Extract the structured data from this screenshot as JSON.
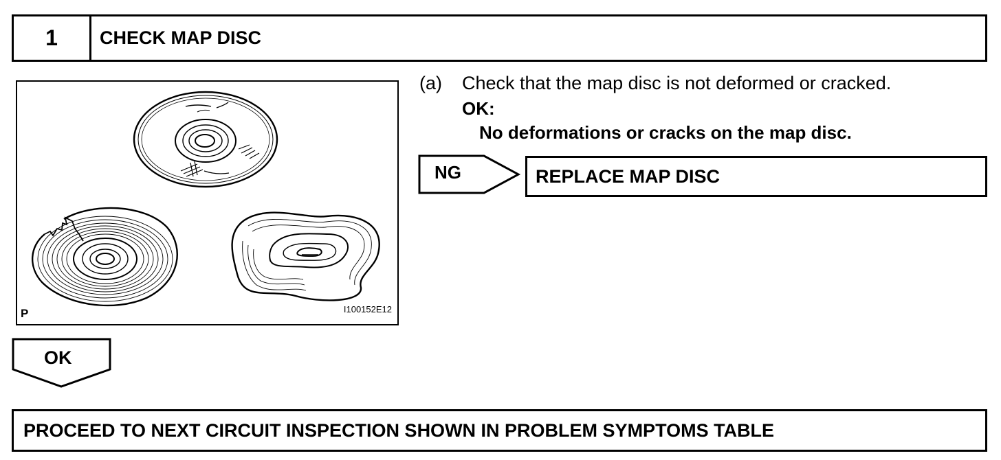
{
  "step": {
    "number": "1",
    "title": "CHECK MAP DISC"
  },
  "illustration": {
    "corner_label": "P",
    "code": "I100152E12",
    "icons": [
      "normal-disc-icon",
      "cracked-disc-icon",
      "deformed-disc-icon"
    ]
  },
  "instruction": {
    "letter": "(a)",
    "text": "Check that the map disc is not deformed or cracked.",
    "ok_label": "OK:",
    "criteria": "No deformations or cracks on the map disc."
  },
  "ng_branch": {
    "label": "NG",
    "action": "REPLACE MAP DISC"
  },
  "ok_branch": {
    "label": "OK",
    "action": "PROCEED TO NEXT CIRCUIT INSPECTION SHOWN IN PROBLEM SYMPTOMS TABLE"
  }
}
